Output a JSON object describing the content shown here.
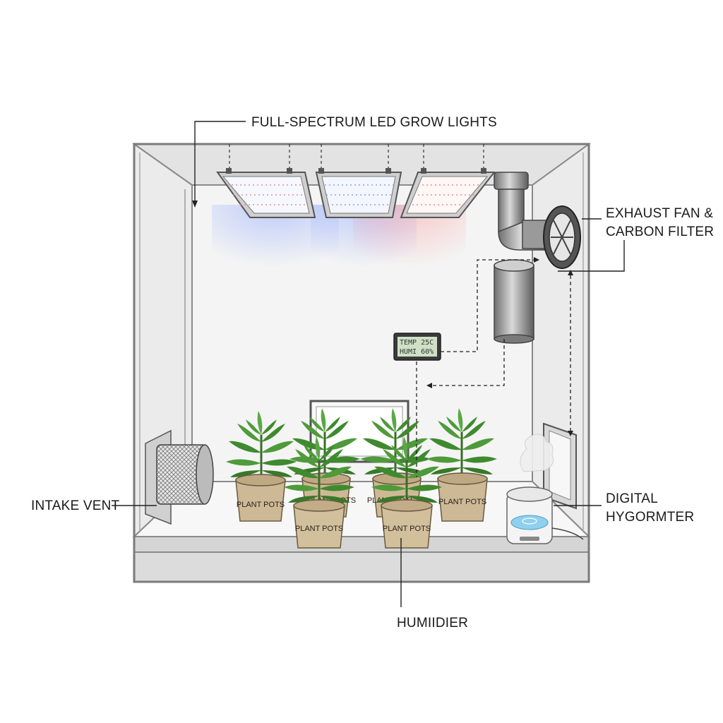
{
  "labels": {
    "lights": "FULL-SPECTRUM LED GROW LIGHTS",
    "exhaust_line1": "EXHAUST FAN &",
    "exhaust_line2": "CARBON FILTER",
    "intake": "INTAKE VENT",
    "hygro_line1": "DIGITAL",
    "hygro_line2": "HYGORMTER",
    "humidifier": "HUMIIDIER"
  },
  "thermometer": {
    "line1": "TEMP 25C",
    "line2": "HUMI 60%"
  },
  "pots": [
    {
      "label": "PLANT POTS"
    },
    {
      "label": "PLANT POTS"
    },
    {
      "label": "PLANT POTS"
    },
    {
      "label": "PLANT POTS"
    },
    {
      "label": "PLANT POTS"
    },
    {
      "label": "PLANT POTS"
    }
  ],
  "colors": {
    "frame": "#8a8a8a",
    "wall": "#f2f2f2",
    "led_blue": "#9fb6ff",
    "led_red": "#ff9f9f",
    "pot": "#cdb996",
    "leaf": "#3f8a2e",
    "water": "#8fd0ee"
  }
}
